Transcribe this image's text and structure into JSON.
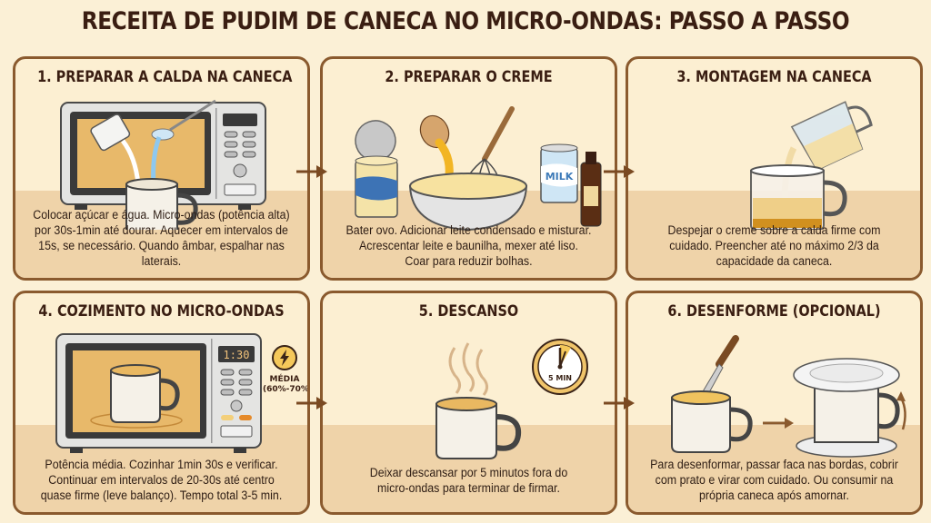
{
  "title": "RECEITA DE PUDIM DE CANECA NO MICRO-ONDAS: PASSO A PASSO",
  "colors": {
    "background": "#fbf0d6",
    "panel_border": "#8a5a2e",
    "panel_fill": "#fcefd2",
    "counter": "#efd3a9",
    "text": "#3a1e12",
    "caramel": "#d99a2b",
    "milk_can": "#5aa6d8"
  },
  "steps": [
    {
      "heading": "1. PREPARAR A CALDA NA CANECA",
      "description": [
        "Colocar açúcar e água. Micro-ondas (potência alta)",
        "por 30s-1min até dourar. Aquecer em intervalos de",
        "15s, se necessário. Quando âmbar, espalhar nas laterais."
      ],
      "illustration": "microwave-with-mug-sugar-water"
    },
    {
      "heading": "2. PREPARAR O CREME",
      "description": [
        "Bater ovo. Adicionar leite condensado e misturar.",
        "Acrescentar leite e baunilha, mexer até liso.",
        "Coar para reduzir bolhas."
      ],
      "illustration": "bowl-whisk-egg-cans-vanilla",
      "milk_can_label": "MILK"
    },
    {
      "heading": "3. MONTAGEM NA CANECA",
      "description": [
        "Despejar o creme sobre a calda firme com",
        "cuidado. Preencher até no máximo 2/3 da",
        "capacidade da caneca."
      ],
      "illustration": "pitcher-pouring-into-glass-mug"
    },
    {
      "heading": "4. COZIMENTO NO MICRO-ONDAS",
      "description": [
        "Potência média. Cozinhar 1min 30s e verificar.",
        "Continuar em intervalos de 20-30s até centro",
        "quase firme (leve balanço). Tempo total 3-5 min."
      ],
      "illustration": "microwave-cooking-mug",
      "timer_display": "1:30",
      "power_label_line1": "MÉDIA",
      "power_label_line2": "(60%-70%)"
    },
    {
      "heading": "5. DESCANSO",
      "description": [
        "Deixar descansar por 5 minutos fora do",
        "micro-ondas para terminar de firmar."
      ],
      "illustration": "steaming-mug-with-clock",
      "clock_label": "5 MIN"
    },
    {
      "heading": "6. DESENFORME (OPCIONAL)",
      "description": [
        "Para desenformar, passar faca nas bordas, cobrir",
        "com prato e virar com cuidado. Ou consumir na",
        "própria caneca após amornar."
      ],
      "illustration": "knife-in-mug-then-plate-flip"
    }
  ]
}
